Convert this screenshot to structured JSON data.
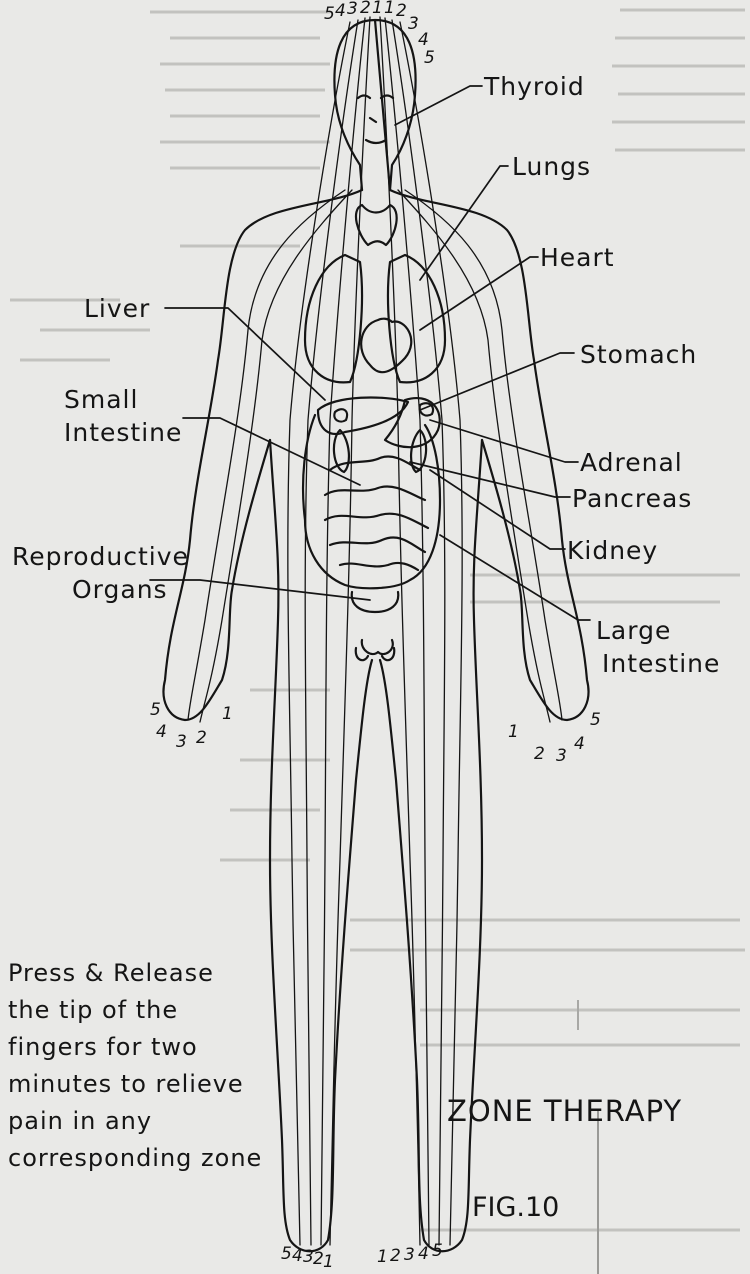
{
  "organ_labels": {
    "thyroid": "Thyroid",
    "lungs": "Lungs",
    "heart": "Heart",
    "liver": "Liver",
    "stomach": "Stomach",
    "small_intestine": [
      "Small",
      "Intestine"
    ],
    "adrenal": "Adrenal",
    "pancreas": "Pancreas",
    "kidney": "Kidney",
    "reproductive_organs": [
      "Reproductive",
      "Organs"
    ],
    "large_intestine": [
      "Large",
      "Intestine"
    ]
  },
  "zone_numbers": {
    "head": [
      "5",
      "4",
      "3",
      "2",
      "1",
      "1",
      "2",
      "3",
      "4",
      "5"
    ],
    "right_hand": [
      "5",
      "4",
      "3",
      "2",
      "1"
    ],
    "left_hand": [
      "1",
      "2",
      "3",
      "4",
      "5"
    ],
    "right_foot": [
      "5",
      "4",
      "3",
      "2",
      "1"
    ],
    "left_foot": [
      "1",
      "2",
      "3",
      "4",
      "5"
    ]
  },
  "instruction_lines": [
    "Press & Release",
    "the tip of the",
    "fingers for two",
    "minutes to relieve",
    "pain in any",
    "corresponding zone"
  ],
  "title": "ZONE THERAPY",
  "figure_label": "FIG.10",
  "colors": {
    "ink": "#151515",
    "paper": "#e9e9e7",
    "bleed_through": "#b9b9b6"
  }
}
